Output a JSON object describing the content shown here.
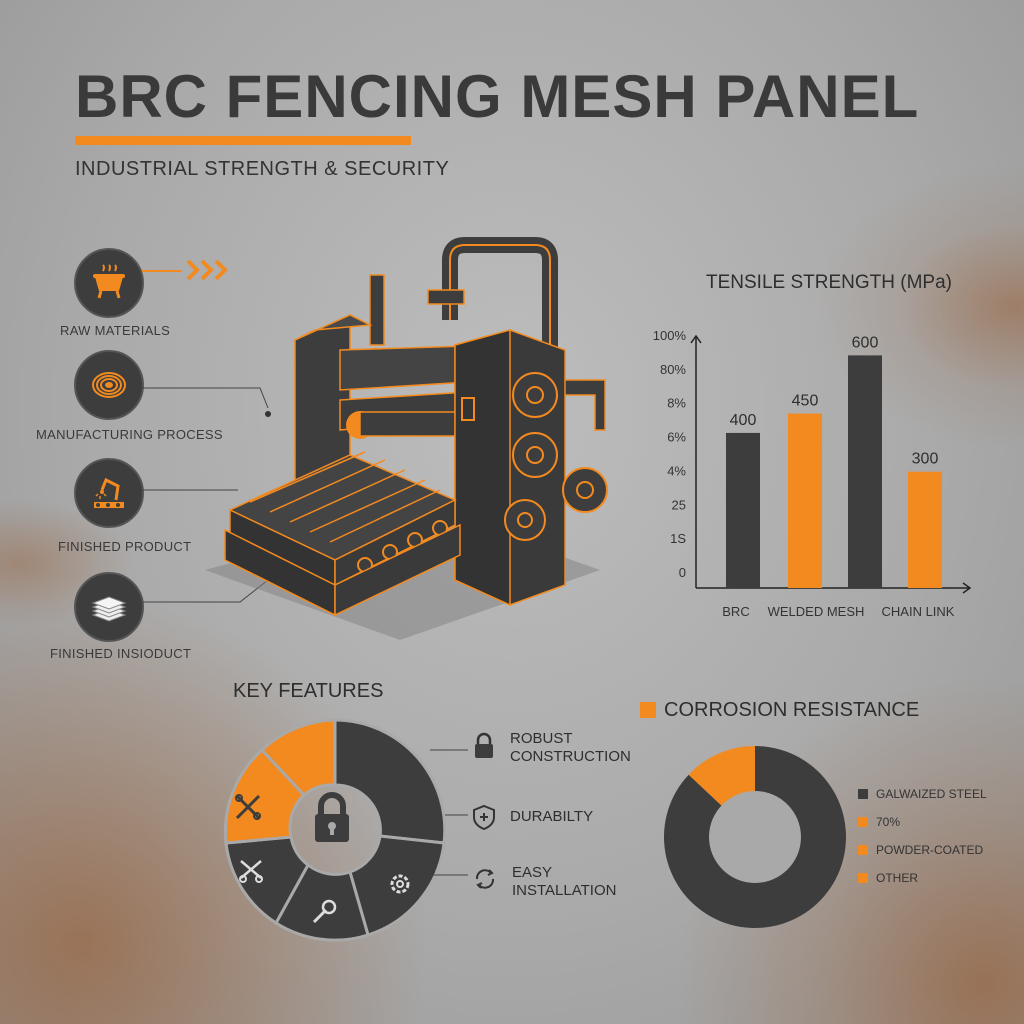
{
  "header": {
    "title": "BRC FENCING MESH PANEL",
    "subtitle": "INDUSTRIAL STRENGTH & SECURITY"
  },
  "colors": {
    "accent": "#f28a20",
    "dark": "#3d3d3d",
    "background": "#a9a9a9"
  },
  "process": {
    "steps": [
      {
        "label": "RAW MATERIALS",
        "icon": "cauldron-icon"
      },
      {
        "label": "MANUFACTURING PROCESS",
        "icon": "wire-coil-icon"
      },
      {
        "label": "FINISHED PRODUCT",
        "icon": "robot-arm-icon"
      },
      {
        "label": "FINISHED INSIODUCT",
        "icon": "stacked-panels-icon"
      }
    ],
    "arrow_icon": "chevron-arrows-icon",
    "machine_icon": "mesh-machine-icon"
  },
  "chart_data": {
    "type": "bar",
    "title": "TENSILE STRENGTH (MPa)",
    "y_tick_labels": [
      "100%",
      "80%",
      "8%",
      "6%",
      "4%",
      "25",
      "1S",
      "0"
    ],
    "categories": [
      "BRC",
      "WELDED MESH",
      "CHAIN LINK"
    ],
    "bars": [
      {
        "value": 400,
        "label": "400",
        "color": "#3d3d3d"
      },
      {
        "value": 450,
        "label": "450",
        "color": "#f28a20"
      },
      {
        "value": 600,
        "label": "600",
        "color": "#3d3d3d"
      },
      {
        "value": 300,
        "label": "300",
        "color": "#f28a20"
      }
    ],
    "ylim": [
      0,
      650
    ]
  },
  "features": {
    "title": "KEY FEATURES",
    "center_icon": "padlock-icon",
    "segment_icons": [
      "tools-icon",
      "wrench-icon",
      "gear-icon",
      "scissors-icon"
    ],
    "items": [
      {
        "label_line1": "ROBUST",
        "label_line2": "CONSTRUCTION",
        "icon": "lock-icon"
      },
      {
        "label_line1": "DURABILTY",
        "label_line2": "",
        "icon": "shield-icon"
      },
      {
        "label_line1": "EASY",
        "label_line2": "INSTALLATION",
        "icon": "cycle-icon"
      }
    ]
  },
  "corrosion": {
    "title": "CORROSION RESISTANCE",
    "legend": [
      {
        "label": "GALWAIZED STEEL",
        "color": "#3d3d3d"
      },
      {
        "label": "70%",
        "color": "#f28a20"
      },
      {
        "label": "POWDER-COATED",
        "color": "#f28a20"
      },
      {
        "label": "OTHER",
        "color": "#f28a20"
      }
    ],
    "donut": [
      {
        "name": "dark",
        "fraction": 0.87,
        "color": "#3d3d3d"
      },
      {
        "name": "orange",
        "fraction": 0.13,
        "color": "#f28a20"
      }
    ]
  }
}
